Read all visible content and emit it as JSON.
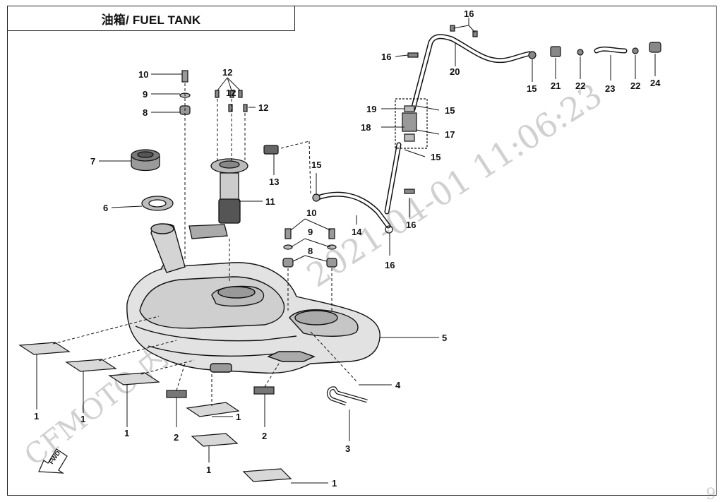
{
  "title": "油箱/ FUEL TANK",
  "watermarks": {
    "timestamp": "2021-04-01  11:06:23",
    "brand": "CFMOTO  内部资料",
    "corner": "9"
  },
  "fwd_label": "FWD",
  "callouts": {
    "c1a": "1",
    "c1b": "1",
    "c1c": "1",
    "c1d": "1",
    "c1e": "1",
    "c2a": "2",
    "c2b": "2",
    "c3": "3",
    "c4": "4",
    "c5": "5",
    "c6": "6",
    "c7": "7",
    "c8a": "8",
    "c8b": "8",
    "c9a": "9",
    "c9b": "9",
    "c10a": "10",
    "c10b": "10",
    "c11": "11",
    "c12a": "12",
    "c12b": "12",
    "c12c": "12",
    "c13": "13",
    "c14": "14",
    "c15a": "15",
    "c15b": "15",
    "c15c": "15",
    "c15d": "15",
    "c16a": "16",
    "c16b": "16",
    "c16c": "16",
    "c16d": "16",
    "c17": "17",
    "c18": "18",
    "c19": "19",
    "c20": "20",
    "c21": "21",
    "c22a": "22",
    "c22b": "22",
    "c23": "23",
    "c24": "24"
  }
}
